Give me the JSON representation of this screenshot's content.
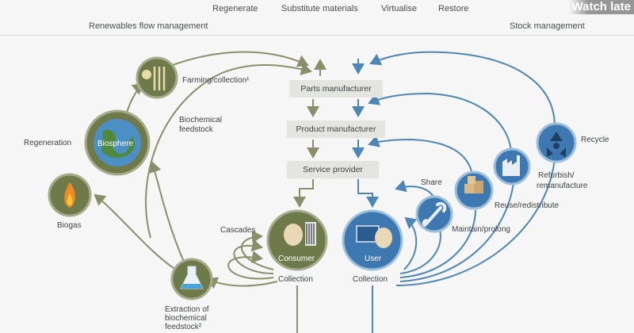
{
  "header": {
    "top_labels": [
      "Regenerate",
      "Substitute materials",
      "Virtualise",
      "Restore"
    ],
    "left_label": "Renewables flow management",
    "right_label": "Stock management"
  },
  "overlay": {
    "watch_later": "Watch late"
  },
  "value_chain": {
    "parts": "Parts manufacturer",
    "product": "Product manufacturer",
    "service": "Service provider"
  },
  "biological": {
    "farming": "Farming/collection¹",
    "biochemical_feedstock_line1": "Biochemical",
    "biochemical_feedstock_line2": "feedstock",
    "regeneration": "Regeneration",
    "biosphere": "Biosphere",
    "biogas": "Biogas",
    "cascades": "Cascades",
    "consumer": "Consumer",
    "collection": "Collection",
    "extraction_line1": "Extraction of",
    "extraction_line2": "biochemical",
    "extraction_line3": "feedstock²"
  },
  "technical": {
    "recycle": "Recycle",
    "refurbish_line1": "Refurbish/",
    "refurbish_line2": "remanufacture",
    "reuse": "Reuse/redistribute",
    "share": "Share",
    "maintain": "Maintain/prolong",
    "user": "User",
    "collection": "Collection"
  },
  "colors": {
    "biological": "#8a8f6a",
    "biological_icon_bg": "#6f7a4a",
    "technical": "#4d86b8",
    "technical_icon_bg": "#3e78b0",
    "box_bg": "#e4e5e1"
  }
}
